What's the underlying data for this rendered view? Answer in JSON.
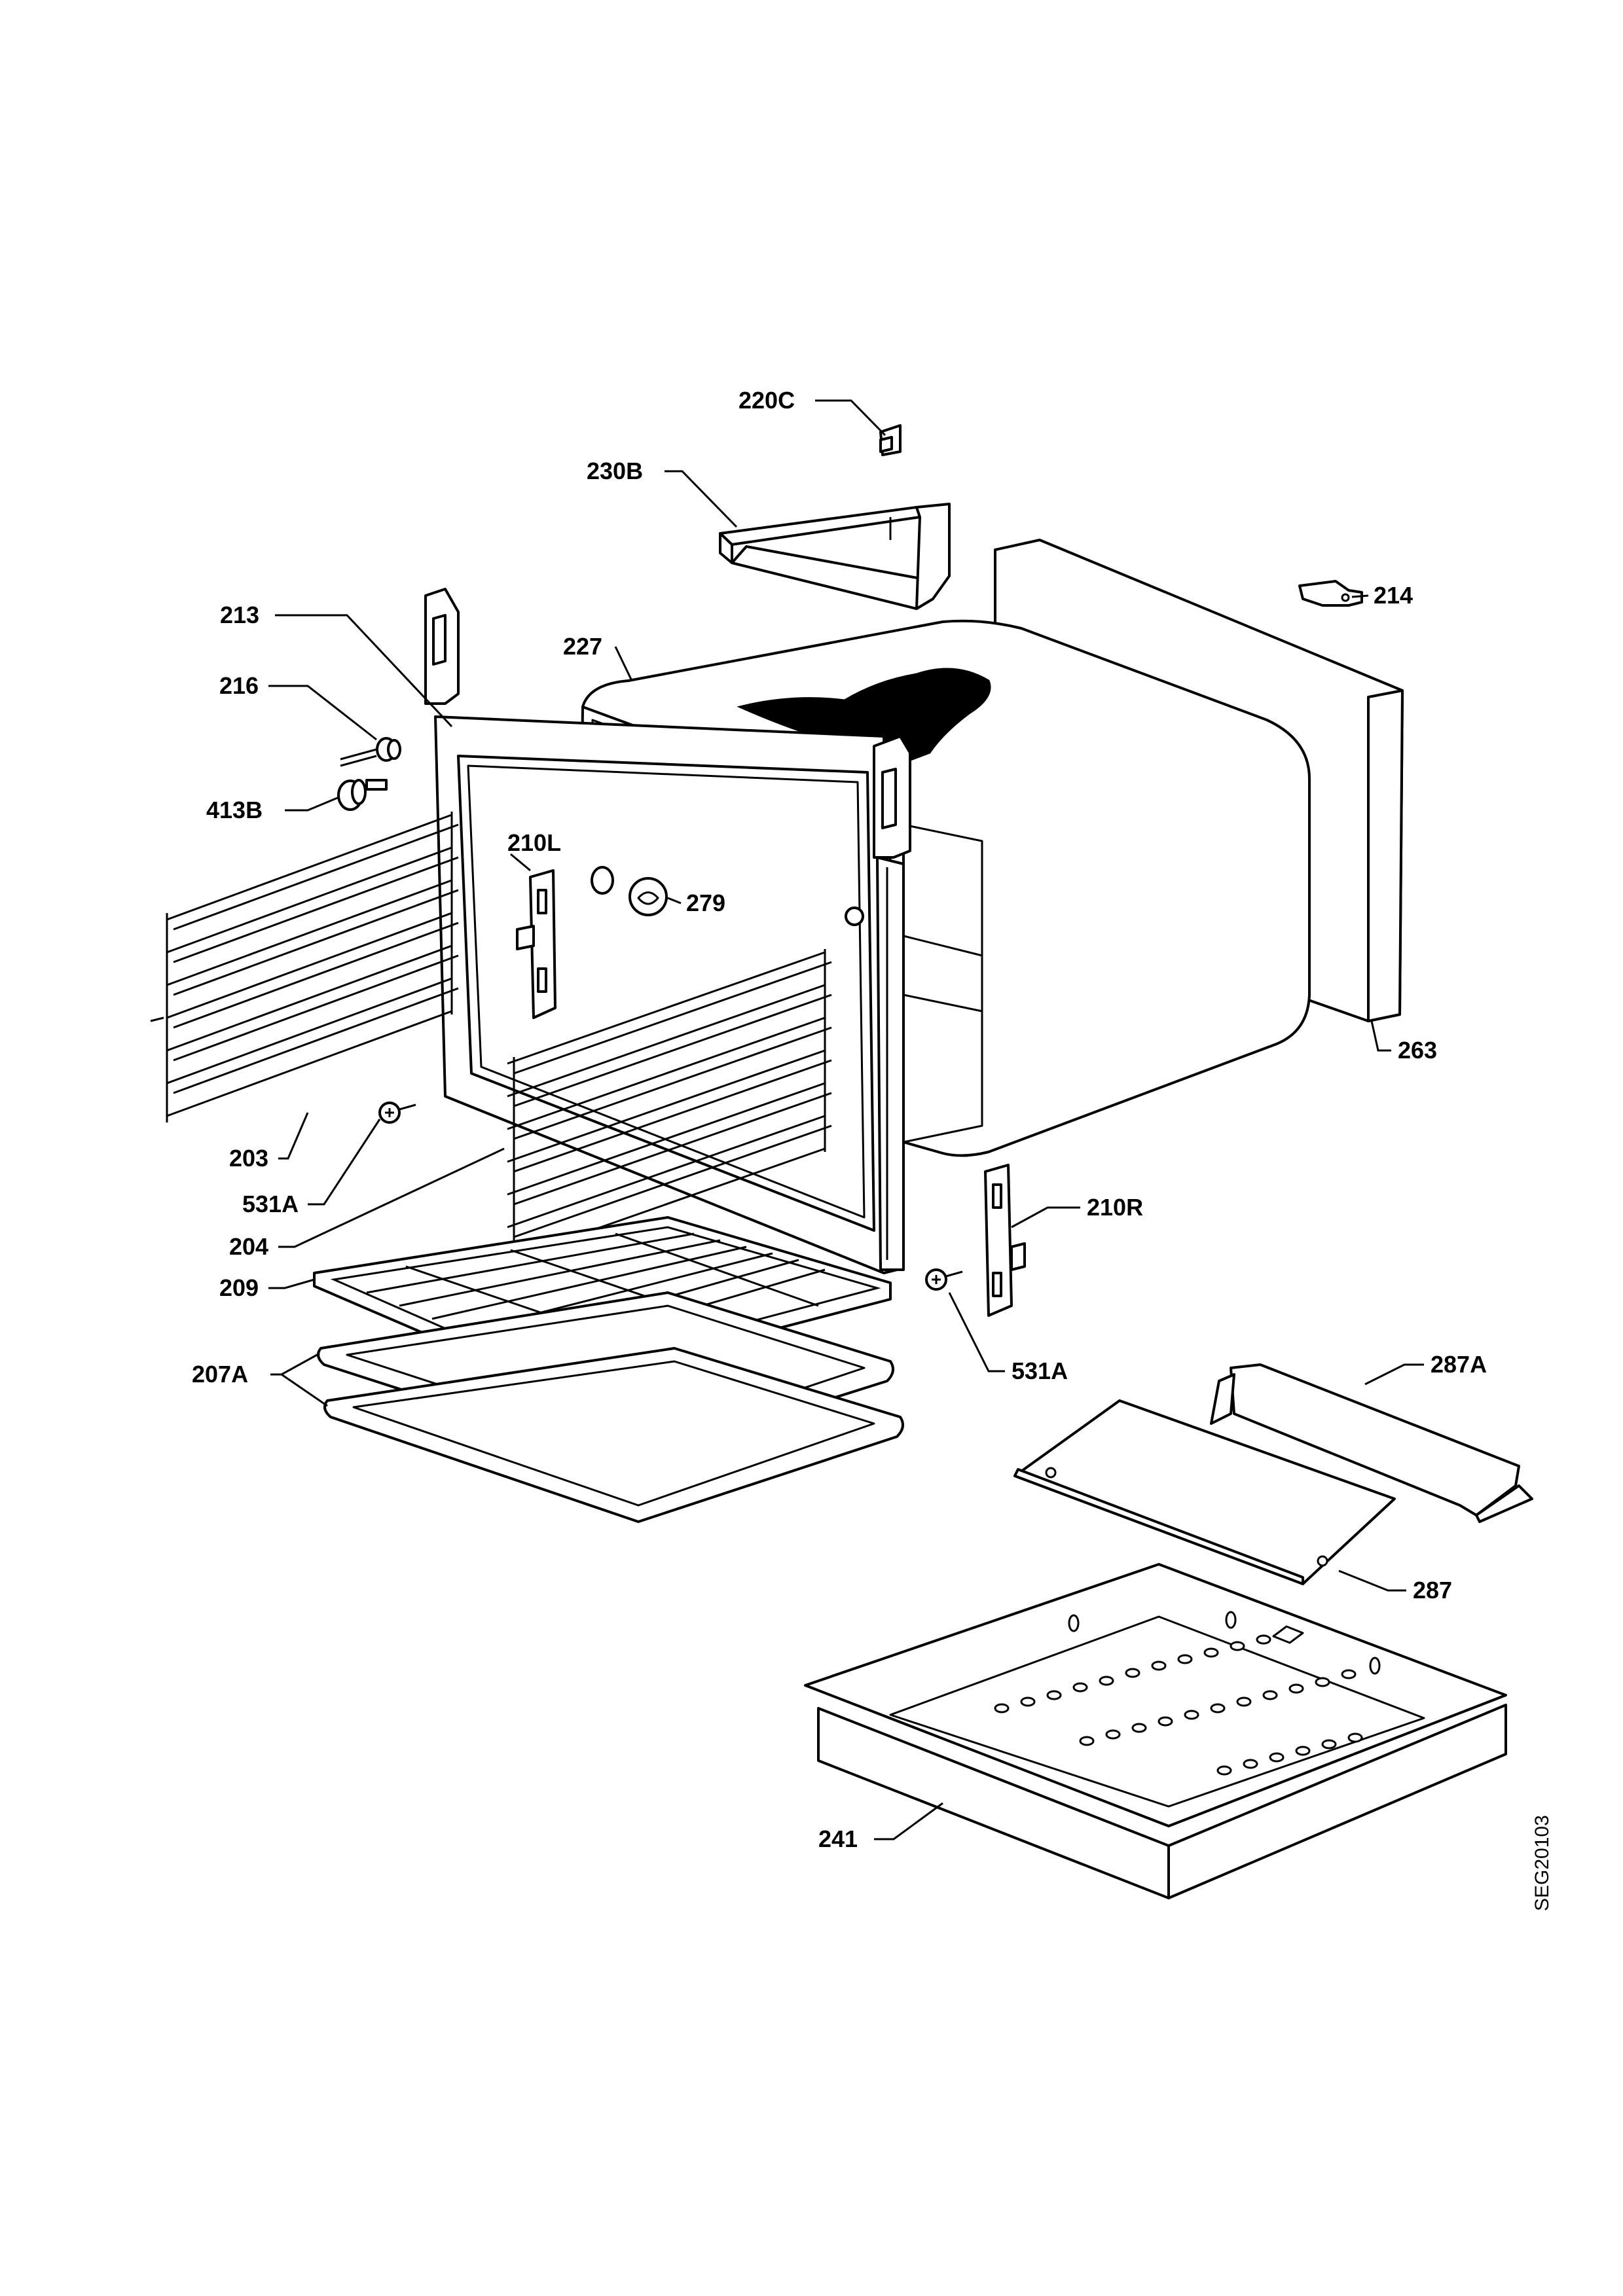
{
  "diagram": {
    "drawing_code": "SEG20103",
    "callouts": {
      "c220C": "220C",
      "c230B": "230B",
      "c214": "214",
      "c213": "213",
      "c227": "227",
      "c216": "216",
      "c413B": "413B",
      "c210L": "210L",
      "c279": "279",
      "c263": "263",
      "c203": "203",
      "c531A_left": "531A",
      "c204": "204",
      "c210R": "210R",
      "c209": "209",
      "c531A_right": "531A",
      "c207A": "207A",
      "c287A": "287A",
      "c287": "287",
      "c241": "241"
    }
  }
}
